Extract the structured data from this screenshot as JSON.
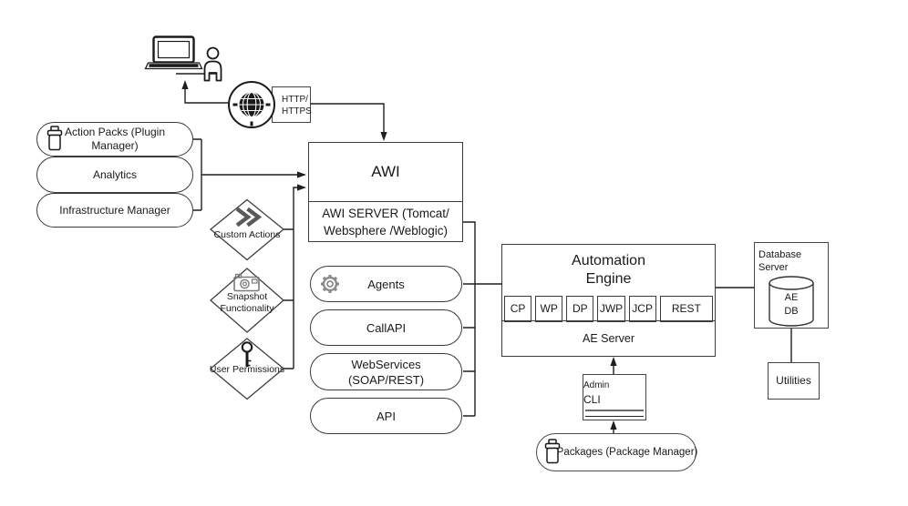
{
  "client": {
    "http_label_line1": "HTTP/",
    "http_label_line2": "HTTPS"
  },
  "left_stack": {
    "items": [
      {
        "label": "Action Packs (Plugin Manager)"
      },
      {
        "label": "Analytics"
      },
      {
        "label": "Infrastructure Manager"
      }
    ]
  },
  "diamonds": {
    "custom_actions": "Custom Actions",
    "snapshot_line1": "Snapshot",
    "snapshot_line2": "Functionality",
    "user_permissions": "User Permissions"
  },
  "awi": {
    "title": "AWI",
    "server_line1": "AWI SERVER (Tomcat/",
    "server_line2": "Websphere /Weblogic)"
  },
  "interfaces": {
    "items": [
      {
        "label": "Agents"
      },
      {
        "label": "CallAPI"
      },
      {
        "label": "WebServices (SOAP/REST)"
      },
      {
        "label": "API"
      }
    ]
  },
  "automation_engine": {
    "title": "Automation Engine",
    "processes": [
      "CP",
      "WP",
      "DP",
      "JWP",
      "JCP",
      "REST"
    ],
    "server_label": "AE Server"
  },
  "admin_cli": {
    "line1": "Admin",
    "line2": "CLI"
  },
  "packages": {
    "label": "Packages (Package Manager)"
  },
  "database_server": {
    "title": "Database Server",
    "db_line1": "AE",
    "db_line2": "DB"
  },
  "utilities": {
    "label": "Utilities"
  },
  "colors": {
    "line": "#1f1f1f",
    "border": "#3c3c3c",
    "icon_gray": "#8c8c8c",
    "chevron_gray": "#595959"
  }
}
